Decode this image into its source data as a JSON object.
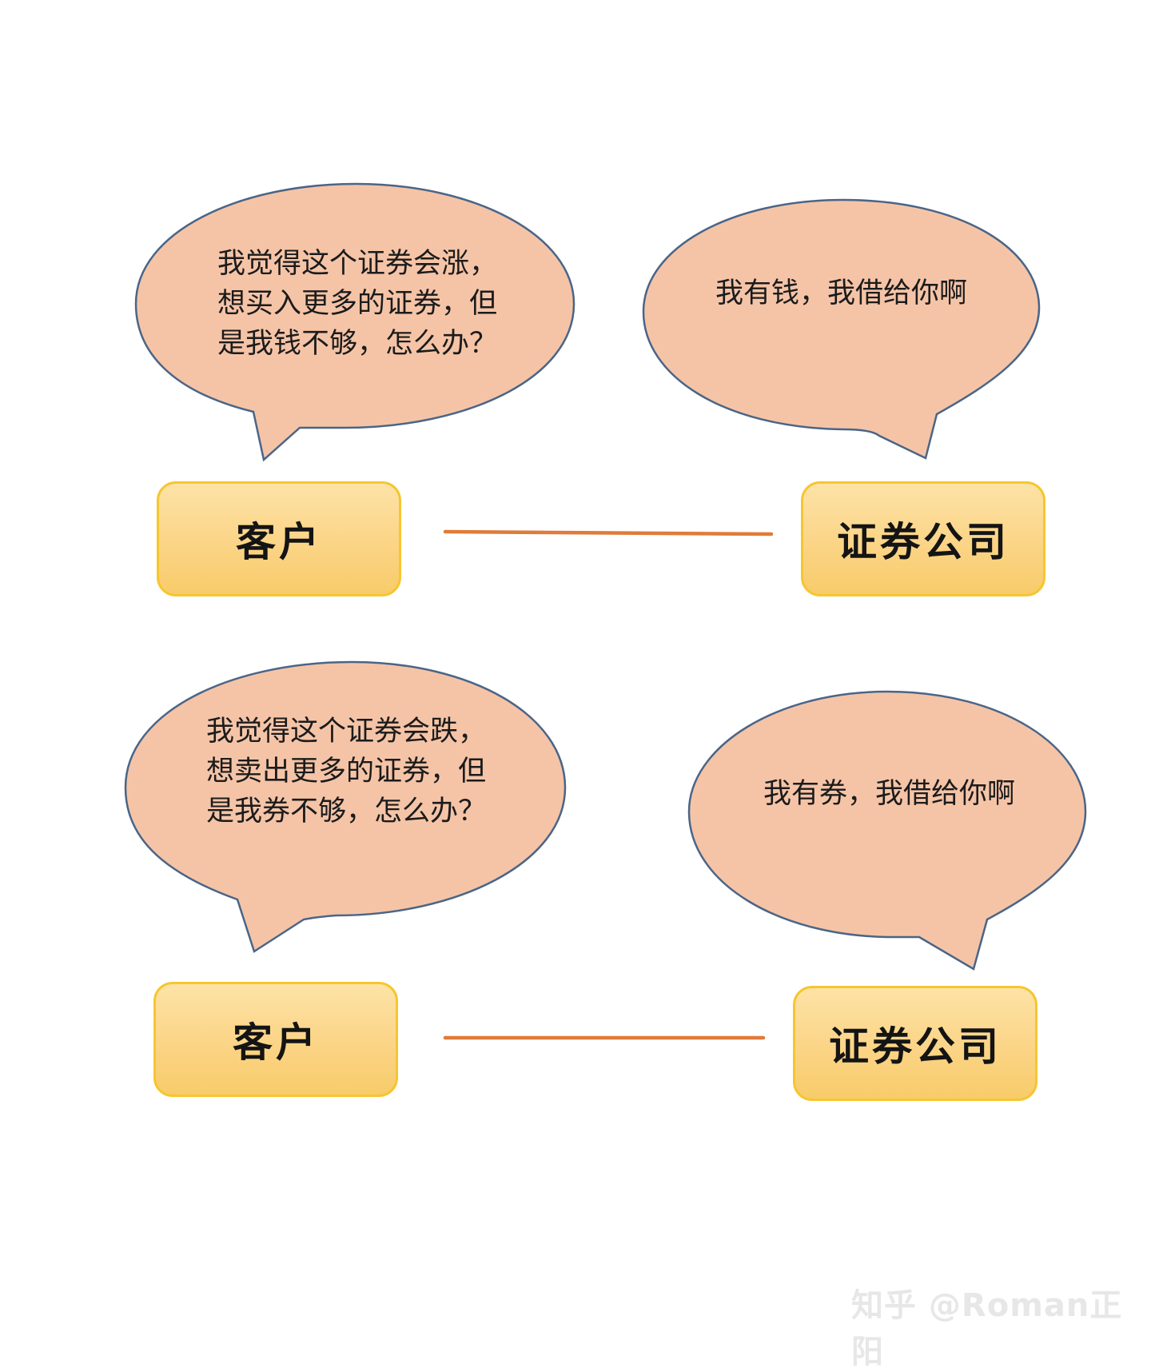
{
  "top_scene": {
    "client_bubble": "我觉得这个证券会涨，想买入更多的证券，但是我钱不够，怎么办？",
    "broker_bubble": "我有钱，我借给你啊",
    "client_box": "客户",
    "broker_box": "证券公司"
  },
  "bottom_scene": {
    "client_bubble": "我觉得这个证券会跌，想卖出更多的证券，但是我券不够，怎么办？",
    "broker_bubble": "我有券，我借给你啊",
    "client_box": "客户",
    "broker_box": "证券公司"
  },
  "watermark": "知乎 @Roman正阳",
  "colors": {
    "bubble_fill": "#f5c4a7",
    "bubble_stroke": "#4a6587",
    "box_border": "#f6c62f",
    "connector": "#e07b39"
  }
}
